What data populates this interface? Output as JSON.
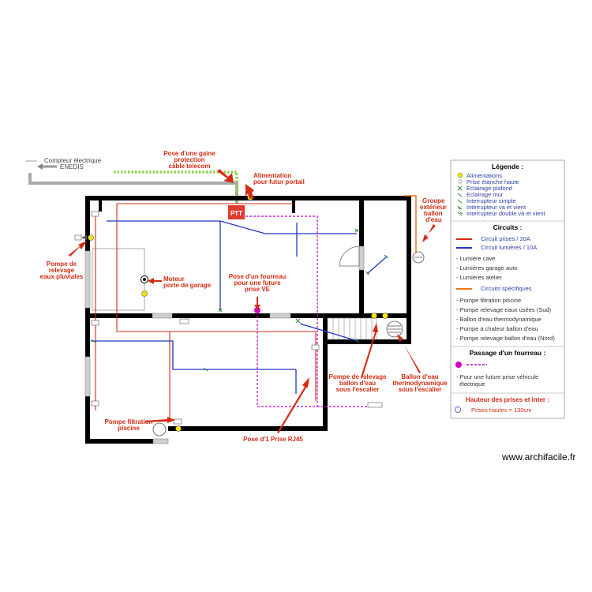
{
  "meter": {
    "label": "Compteur électrique",
    "provider": "ENEDIS"
  },
  "annotations": {
    "gaine": [
      "Pose d'une gaine",
      "protection",
      "câble telecom"
    ],
    "portail": [
      "Alimentation",
      "pour futur portail"
    ],
    "groupe": [
      "Groupe",
      "extérieur",
      "ballon",
      "d'eau"
    ],
    "pompe_pluviales": [
      "Pompe de",
      "relevage",
      "eaux pluviales"
    ],
    "moteur": [
      "Moteur",
      "porte de garage"
    ],
    "fourreau_ve": [
      "Pose d'un fourreau",
      "pour une future",
      "prise VE"
    ],
    "pompe_ballon": [
      "Pompe de relevage",
      "ballon d'eau",
      "sous l'escalier"
    ],
    "ballon_thermo": [
      "Ballon d'eau",
      "thermodynamique",
      "sous l'escalier"
    ],
    "pompe_piscine": [
      "Pompe filtration",
      "piscine"
    ],
    "rj45": "Pose d'1 Prise RJ45",
    "ptt": "PTT"
  },
  "legend": {
    "title": "Légende :",
    "items": [
      {
        "icon": "power-dot-icon",
        "label": "Alimentations"
      },
      {
        "icon": "socket-icon",
        "label": "Prise étanche haute"
      },
      {
        "icon": "ceiling-light-icon",
        "label": "Eclairage plafond"
      },
      {
        "icon": "wall-light-icon",
        "label": "Eclairage mur"
      },
      {
        "icon": "switch-icon",
        "label": "Interrupteur simple"
      },
      {
        "icon": "switch-two-way-icon",
        "label": "Interrupteur va et vient"
      },
      {
        "icon": "switch-double-icon",
        "label": "Interrupteur double va et vient"
      }
    ],
    "circuits_title": "Circuits :",
    "circuit_prises": "Circuit prises / 20A",
    "circuit_lumieres": "Circuit lumières / 10A",
    "lumieres": [
      "- Lumière cave",
      "- Lumières garage auto",
      "- Lumières atelier"
    ],
    "circuits_specifiques": "Circuits spécifiques",
    "specifiques": [
      "- Pompe filtration piscine",
      "- Pompe relevage eaux usées (Sud)",
      "- Ballon d'eau thermodynamique",
      "- Pompe à chaleur ballon d'eau",
      "- Pompe relevage ballon d'eau (Nord)"
    ],
    "passage_title": "Passage d'un fourreau :",
    "passage_desc": [
      "- Pour une future prise véhicule",
      "électrique"
    ],
    "hauteur_title": "Hauteur des prises et inter :",
    "prises_hautes": "Prises hautes = 130cm"
  },
  "colors": {
    "wall": "#000000",
    "circuit_red": "#d42b12",
    "circuit_blue": "#2336c4",
    "circuit_orange": "#e8771f",
    "telecom_green": "#8fd14f",
    "fourreau_magenta": "#c000c0",
    "power_yellow": "#f3e600",
    "ptt_red": "#e03b2f"
  },
  "watermark": "www.archifacile.fr"
}
